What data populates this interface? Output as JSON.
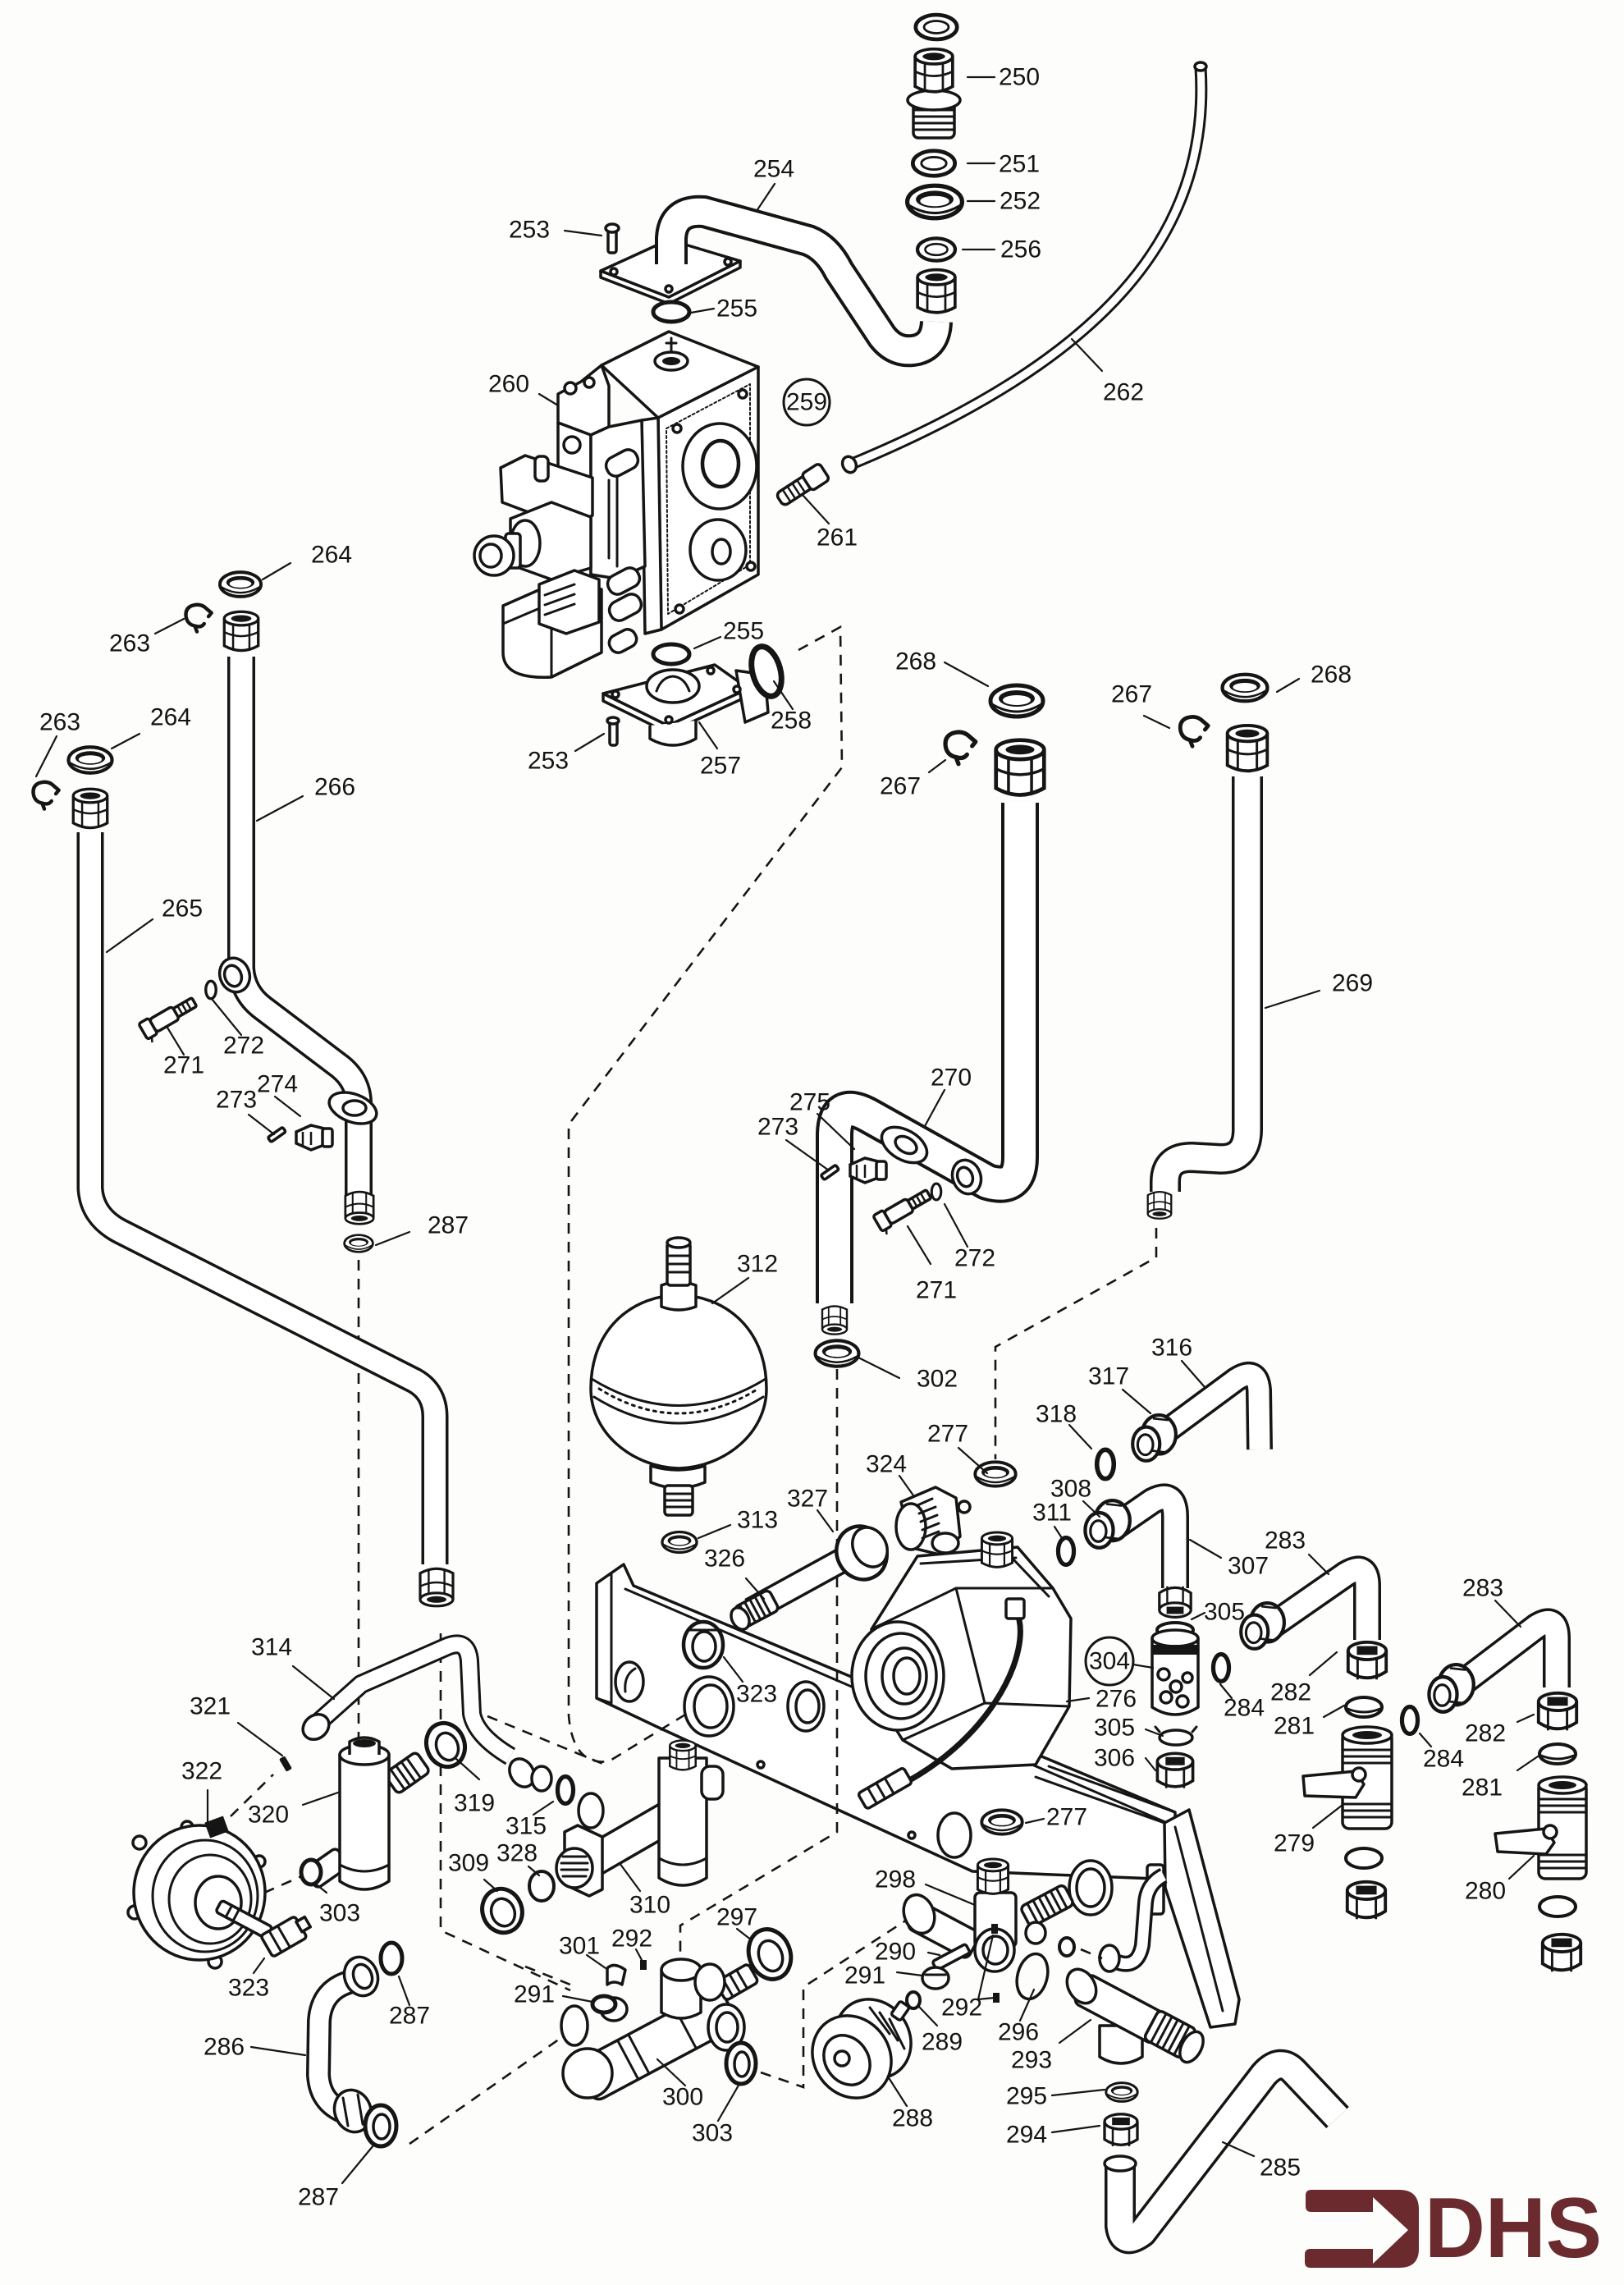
{
  "diagram": {
    "callouts": [
      {
        "part": "250"
      },
      {
        "part": "251"
      },
      {
        "part": "252"
      },
      {
        "part": "256"
      },
      {
        "part": "254"
      },
      {
        "part": "253"
      },
      {
        "part": "255"
      },
      {
        "part": "260"
      },
      {
        "part": "259",
        "circled": true
      },
      {
        "part": "262"
      },
      {
        "part": "261"
      },
      {
        "part": "264"
      },
      {
        "part": "263"
      },
      {
        "part": "255"
      },
      {
        "part": "258"
      },
      {
        "part": "253"
      },
      {
        "part": "257"
      },
      {
        "part": "263"
      },
      {
        "part": "264"
      },
      {
        "part": "266"
      },
      {
        "part": "265"
      },
      {
        "part": "268"
      },
      {
        "part": "267"
      },
      {
        "part": "268"
      },
      {
        "part": "267"
      },
      {
        "part": "269"
      },
      {
        "part": "270"
      },
      {
        "part": "272"
      },
      {
        "part": "271"
      },
      {
        "part": "274"
      },
      {
        "part": "273"
      },
      {
        "part": "275"
      },
      {
        "part": "273"
      },
      {
        "part": "272"
      },
      {
        "part": "271"
      },
      {
        "part": "287"
      },
      {
        "part": "312"
      },
      {
        "part": "302"
      },
      {
        "part": "316"
      },
      {
        "part": "317"
      },
      {
        "part": "318"
      },
      {
        "part": "277"
      },
      {
        "part": "324"
      },
      {
        "part": "327"
      },
      {
        "part": "313"
      },
      {
        "part": "326"
      },
      {
        "part": "308"
      },
      {
        "part": "311"
      },
      {
        "part": "307"
      },
      {
        "part": "283"
      },
      {
        "part": "283"
      },
      {
        "part": "305"
      },
      {
        "part": "304",
        "circled": true
      },
      {
        "part": "276"
      },
      {
        "part": "323"
      },
      {
        "part": "314"
      },
      {
        "part": "321"
      },
      {
        "part": "282"
      },
      {
        "part": "284"
      },
      {
        "part": "281"
      },
      {
        "part": "305"
      },
      {
        "part": "306"
      },
      {
        "part": "282"
      },
      {
        "part": "284"
      },
      {
        "part": "281"
      },
      {
        "part": "322"
      },
      {
        "part": "320"
      },
      {
        "part": "319"
      },
      {
        "part": "315"
      },
      {
        "part": "277"
      },
      {
        "part": "279"
      },
      {
        "part": "309"
      },
      {
        "part": "328"
      },
      {
        "part": "310"
      },
      {
        "part": "303"
      },
      {
        "part": "280"
      },
      {
        "part": "298"
      },
      {
        "part": "292"
      },
      {
        "part": "301"
      },
      {
        "part": "297"
      },
      {
        "part": "290"
      },
      {
        "part": "291"
      },
      {
        "part": "291"
      },
      {
        "part": "292"
      },
      {
        "part": "289"
      },
      {
        "part": "296"
      },
      {
        "part": "293"
      },
      {
        "part": "323"
      },
      {
        "part": "287"
      },
      {
        "part": "286"
      },
      {
        "part": "300"
      },
      {
        "part": "303"
      },
      {
        "part": "288"
      },
      {
        "part": "295"
      },
      {
        "part": "294"
      },
      {
        "part": "285"
      },
      {
        "part": "287"
      }
    ]
  },
  "logo": {
    "text": "DHS",
    "color": "#6b2a2e"
  },
  "palette": {
    "ink": "#151515",
    "paper": "#fdfdfb"
  }
}
